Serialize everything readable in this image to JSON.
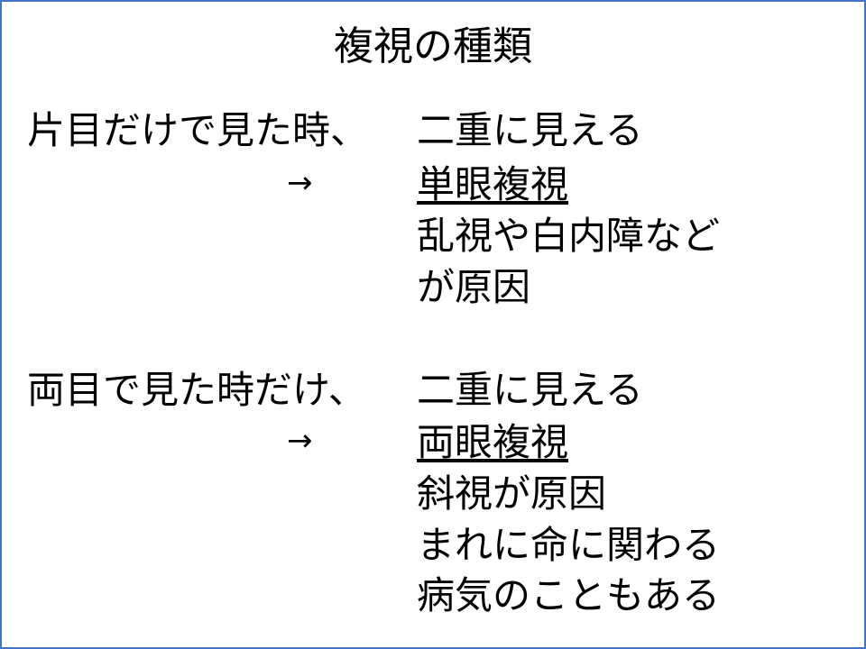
{
  "title": "複視の種類",
  "sections": [
    {
      "condition": "片目だけで見た時、",
      "symptom": "二重に見える",
      "arrow": "→",
      "type": "単眼複視",
      "details": [
        "乱視や白内障など",
        "が原因"
      ]
    },
    {
      "condition": "両目で見た時だけ、",
      "symptom": "二重に見える",
      "arrow": "→",
      "type": "両眼複視",
      "details": [
        "斜視が原因",
        "まれに命に関わる",
        "病気のこともある"
      ]
    }
  ],
  "colors": {
    "border": "#4472C4"
  }
}
